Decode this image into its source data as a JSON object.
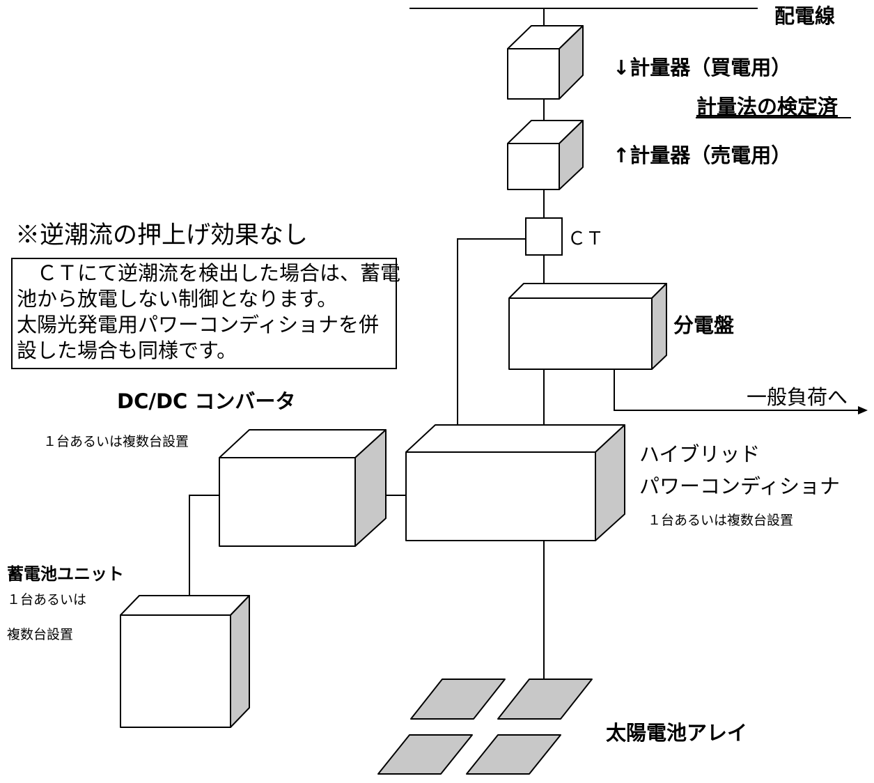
{
  "labels": {
    "distribution_line": "配電線",
    "meter_buy": "↓計量器（買電用）",
    "certified": "計量法の検定済",
    "meter_sell": "↑計量器（売電用）",
    "ct": "ＣＴ",
    "panel": "分電盤",
    "general_load": "一般負荷へ",
    "note_title": "※逆潮流の押上げ効果なし",
    "note_lines": [
      "　ＣＴにて逆潮流を検出した場合は、蓄電",
      "池から放電しない制御となります。",
      "太陽光発電用パワーコンディショナを併",
      "設した場合も同様です。"
    ],
    "dcdc_title": "DC/DC コンバータ",
    "dcdc_note": "１台あるいは複数台設置",
    "pcs_title_1": "ハイブリッド",
    "pcs_title_2": "パワーコンディショナ",
    "pcs_note": "１台あるいは複数台設置",
    "battery_title": "蓄電池ユニット",
    "battery_note_1": "１台あるいは",
    "battery_note_2": "複数台設置",
    "pv_array": "太陽電池アレイ"
  },
  "colors": {
    "line": "#000000",
    "box_face": "#ffffff",
    "box_side": "#c8c8c8",
    "panel_fill": "#c8c8c8"
  }
}
